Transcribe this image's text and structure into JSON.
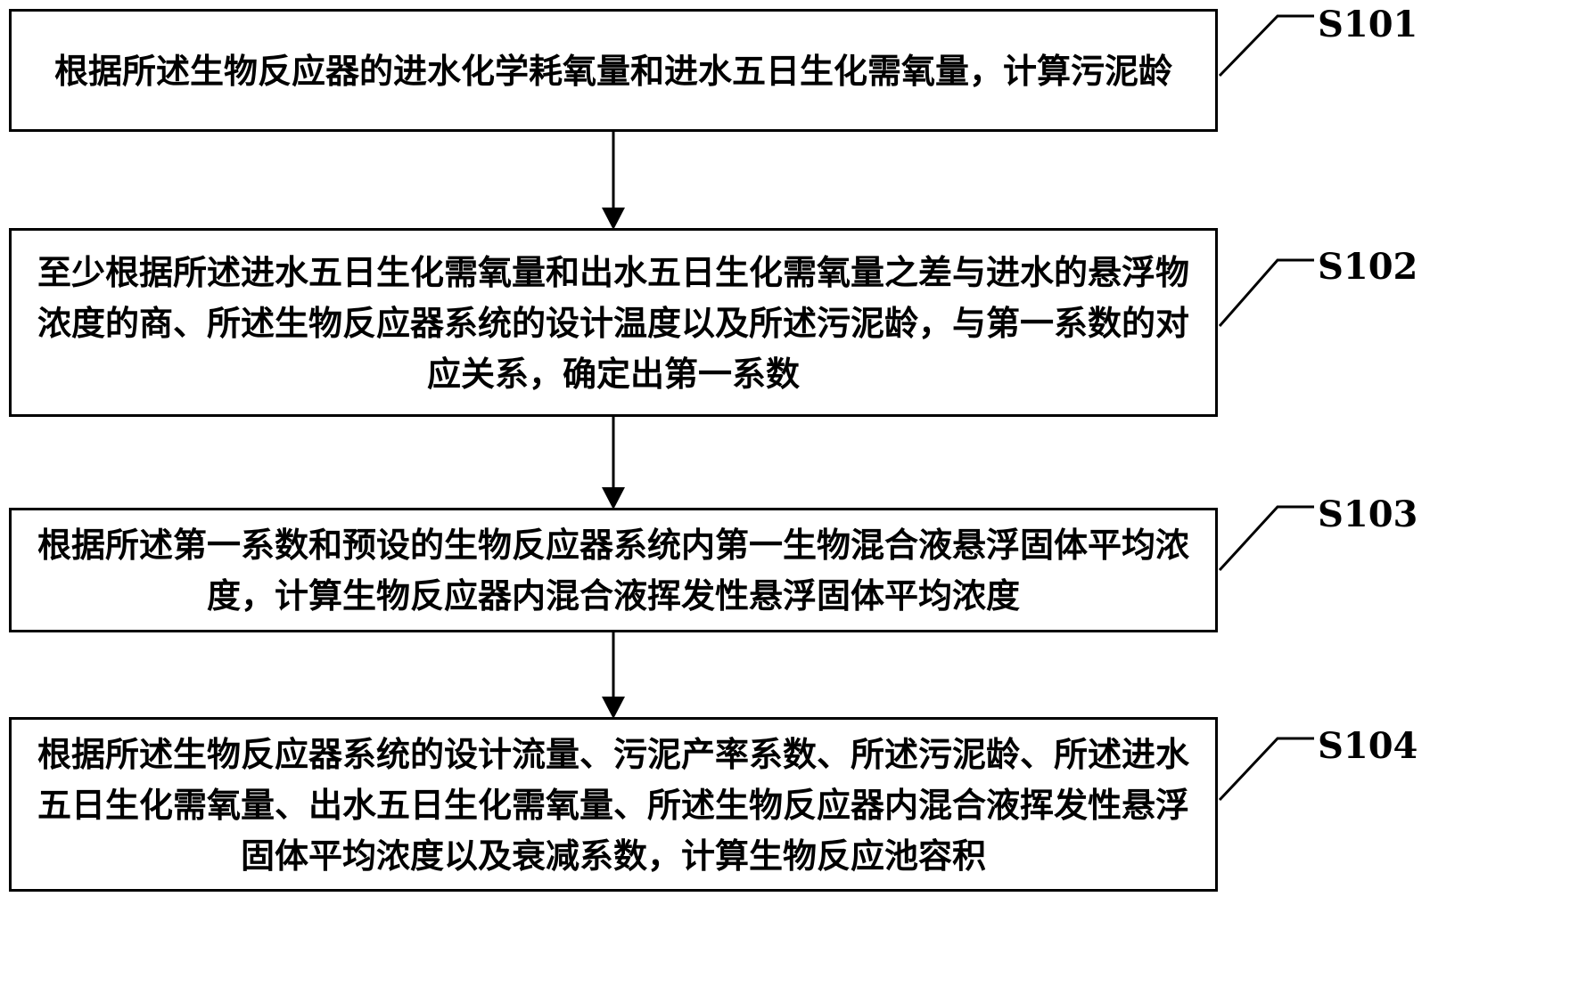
{
  "steps": [
    {
      "id": "S101",
      "text": "根据所述生物反应器的进水化学耗氧量和进水五日生化需氧量，计算污泥龄"
    },
    {
      "id": "S102",
      "text": "至少根据所述进水五日生化需氧量和出水五日生化需氧量之差与进水的悬浮物浓度的商、所述生物反应器系统的设计温度以及所述污泥龄，与第一系数的对应关系，确定出第一系数"
    },
    {
      "id": "S103",
      "text": "根据所述第一系数和预设的生物反应器系统内第一生物混合液悬浮固体平均浓度，计算生物反应器内混合液挥发性悬浮固体平均浓度"
    },
    {
      "id": "S104",
      "text": "根据所述生物反应器系统的设计流量、污泥产率系数、所述污泥龄、所述进水五日生化需氧量、出水五日生化需氧量、所述生物反应器内混合液挥发性悬浮固体平均浓度以及衰减系数，计算生物反应池容积"
    }
  ]
}
